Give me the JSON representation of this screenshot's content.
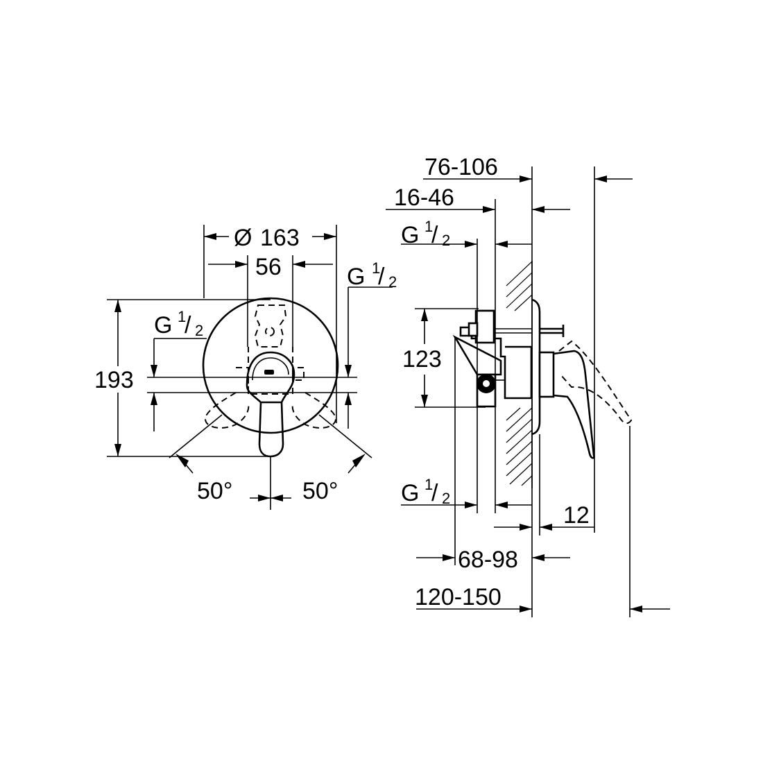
{
  "front_view": {
    "diameter_symbol": "Ø",
    "diameter_value": "163",
    "cover_width": "56",
    "height": "193",
    "thread_left": {
      "letter": "G",
      "numerator": "1",
      "slash": "/",
      "denominator": "2"
    },
    "thread_right": {
      "letter": "G",
      "numerator": "1",
      "slash": "/",
      "denominator": "2"
    },
    "angle_left": "50°",
    "angle_right": "50°"
  },
  "side_view": {
    "depth_total_top": "76-106",
    "depth_wall": "16-46",
    "thread_top": {
      "letter": "G",
      "numerator": "1",
      "slash": "/",
      "denominator": "2"
    },
    "height": "123",
    "thread_bottom": {
      "letter": "G",
      "numerator": "1",
      "slash": "/",
      "denominator": "2"
    },
    "plate_offset": "12",
    "depth_body": "68-98",
    "depth_total_bottom": "120-150"
  }
}
